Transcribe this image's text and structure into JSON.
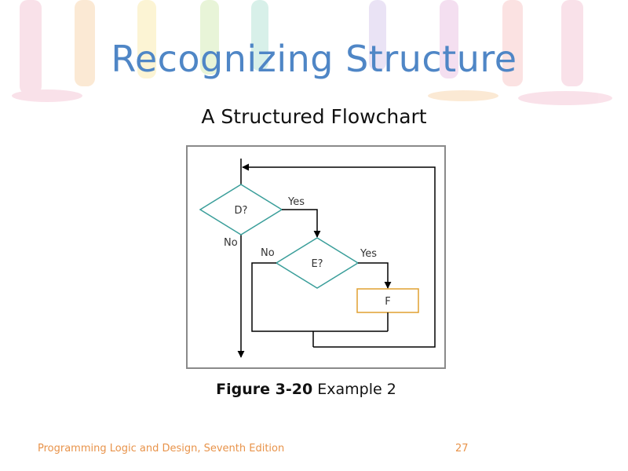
{
  "slide": {
    "title": "Recognizing Structure",
    "subtitle": "A Structured Flowchart"
  },
  "flowchart": {
    "nodes": {
      "decision_d": "D?",
      "decision_e": "E?",
      "process_f": "F"
    },
    "edge_labels": {
      "d_yes": "Yes",
      "d_no": "No",
      "e_yes": "Yes",
      "e_no": "No"
    },
    "colors": {
      "decision_stroke": "#3a9e9a",
      "process_stroke": "#e0a030",
      "line": "#000000"
    }
  },
  "caption": {
    "label": "Figure 3-20",
    "text": "Example 2"
  },
  "footer": {
    "book": "Programming Logic and Design, Seventh Edition",
    "page_number": "27"
  }
}
